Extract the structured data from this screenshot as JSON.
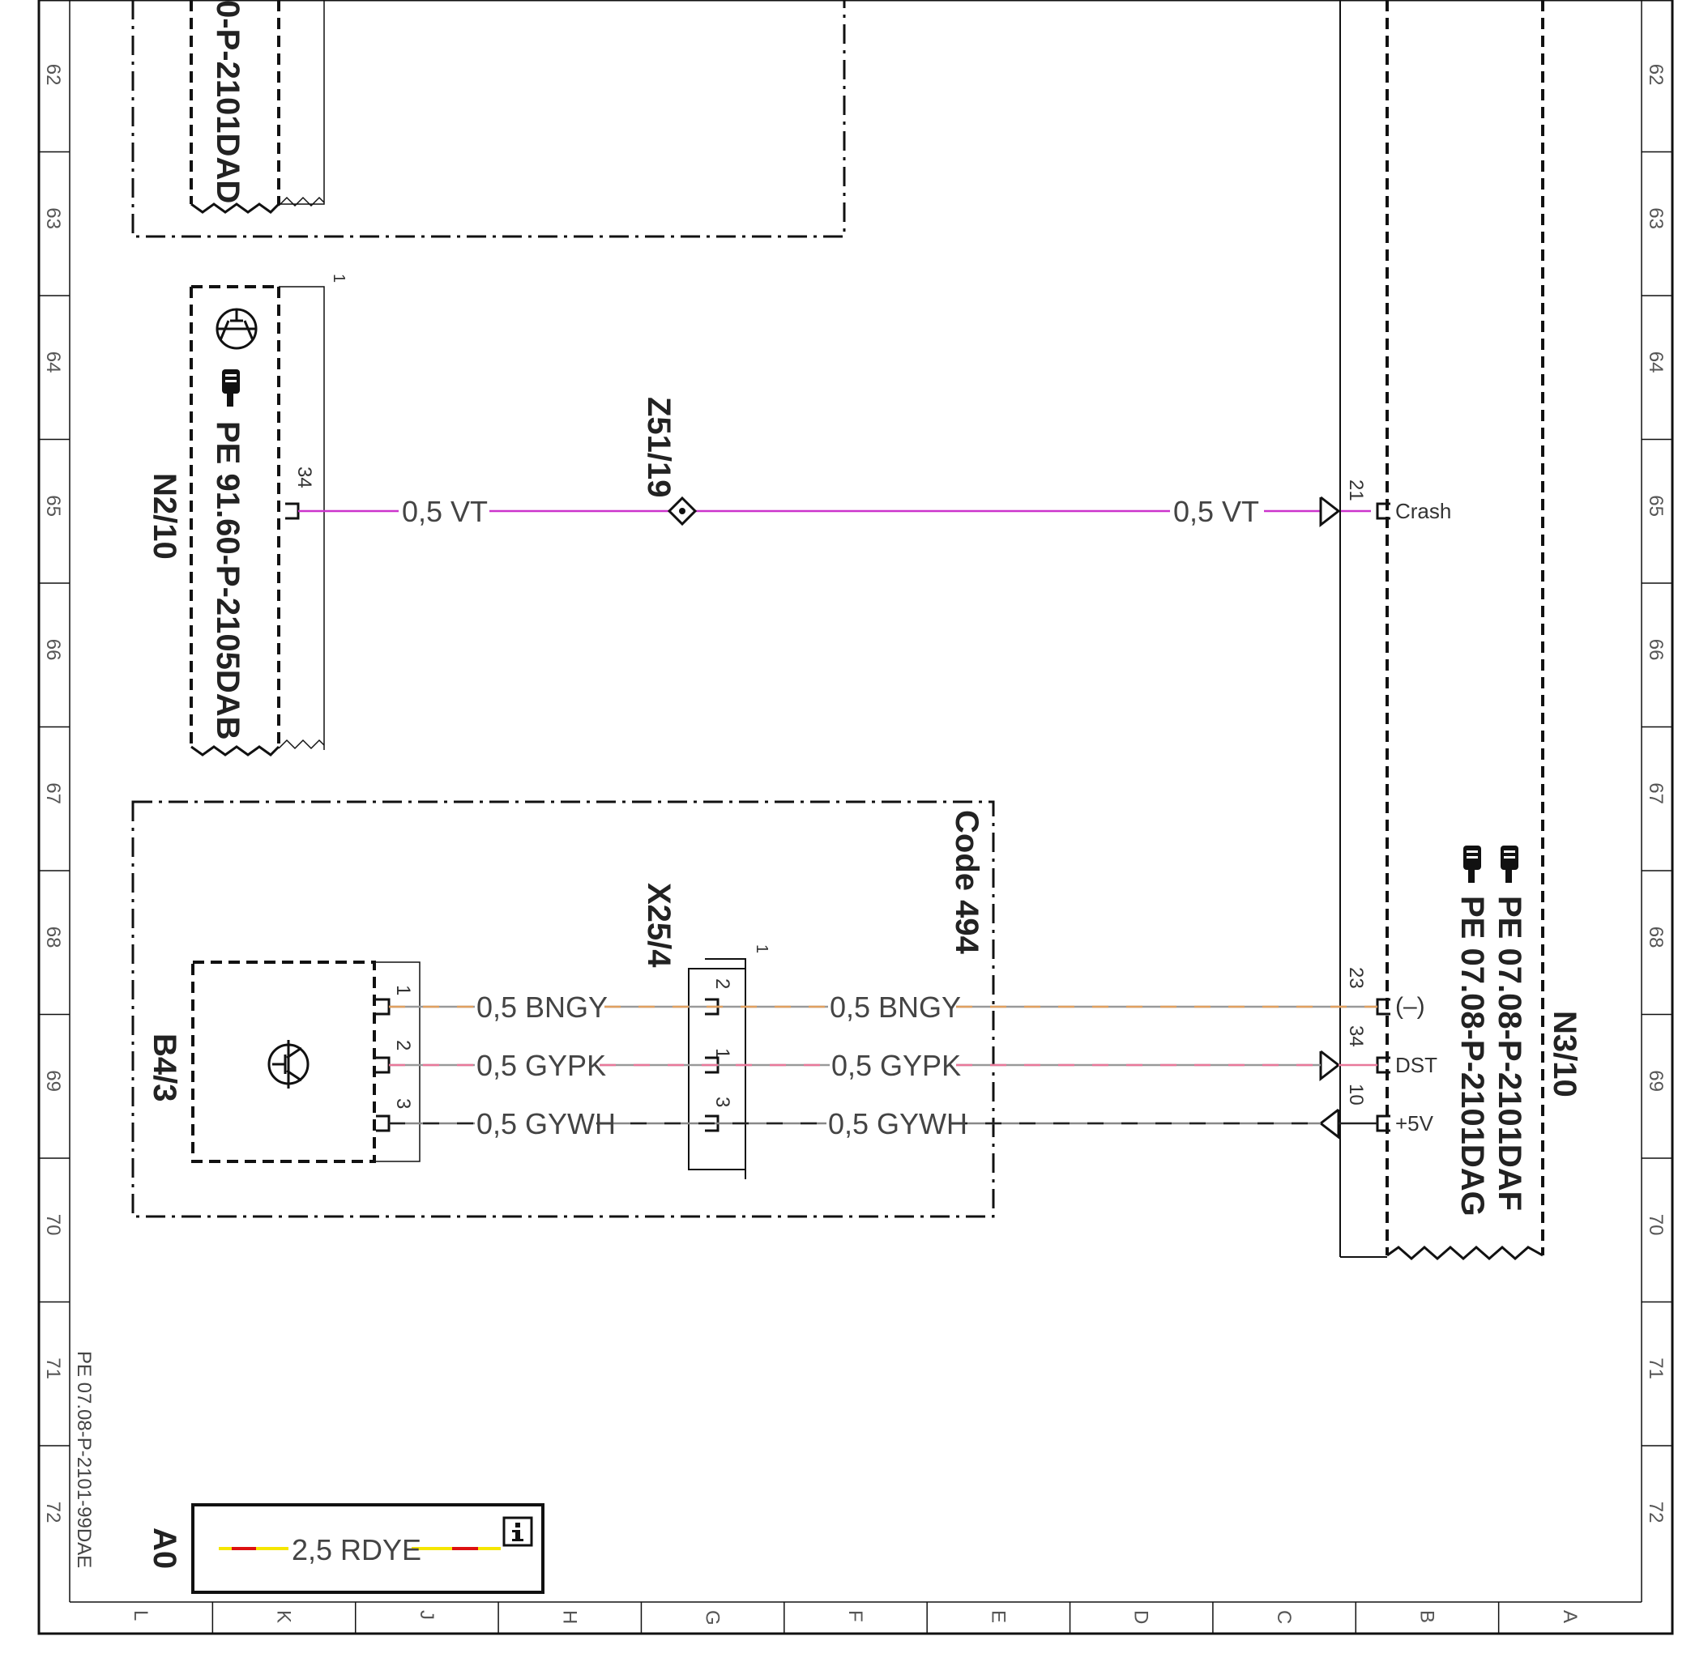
{
  "document": {
    "reference": "PE 07.08-P-2101-99DAE"
  },
  "grid": {
    "rows": [
      "62",
      "63",
      "64",
      "65",
      "66",
      "67",
      "68",
      "69",
      "70",
      "71",
      "72"
    ],
    "columns": [
      "L",
      "K",
      "J",
      "H",
      "G",
      "F",
      "E",
      "D",
      "C",
      "B",
      "A"
    ]
  },
  "components": {
    "top_block": {
      "ref": "0-P-2101DAD"
    },
    "n2_10": {
      "id": "N2/10",
      "ref": "PE 91.60-P-2105DAB",
      "icon": "transistor-symbol-icon",
      "pin_index": "1",
      "pin": "34"
    },
    "z51_19": {
      "id": "Z51/19",
      "icon": "splice-diamond-icon"
    },
    "n3_10": {
      "id": "N3/10",
      "refs": [
        "PE 07.08-P-2101DAF",
        "PE 07.08-P-2101DAG"
      ],
      "pins": [
        {
          "num": "21",
          "label": "Crash"
        },
        {
          "num": "23",
          "label": "(–)"
        },
        {
          "num": "34",
          "label": "DST"
        },
        {
          "num": "10",
          "label": "+5V"
        }
      ]
    },
    "code_block": {
      "label": "Code 494"
    },
    "b4_3": {
      "id": "B4/3",
      "icon": "sensor-transistor-icon",
      "pins": [
        "1",
        "2",
        "3"
      ]
    },
    "x25_4": {
      "id": "X25/4",
      "pin_index": "1",
      "pins": [
        "2",
        "1",
        "3"
      ]
    }
  },
  "wires": [
    {
      "id": "crash",
      "labels": [
        "0,5 VT",
        "0,5 VT"
      ],
      "colors": [
        "#cc33cc"
      ]
    },
    {
      "id": "bngy",
      "labels": [
        "0,5 BNGY",
        "0,5 BNGY"
      ],
      "colors": [
        "#999999",
        "#e0a060"
      ]
    },
    {
      "id": "gypk",
      "labels": [
        "0,5 GYPK",
        "0,5 GYPK"
      ],
      "colors": [
        "#999999",
        "#e8789a"
      ]
    },
    {
      "id": "gywh",
      "labels": [
        "0,5 GYWH",
        "0,5 GYWH"
      ],
      "colors": [
        "#888888",
        "#222222"
      ]
    }
  ],
  "legend": {
    "id": "A0",
    "wire_label": "2,5 RDYE",
    "colors": [
      "#dd1111",
      "#f5e600"
    ],
    "info_icon": "info-icon"
  }
}
